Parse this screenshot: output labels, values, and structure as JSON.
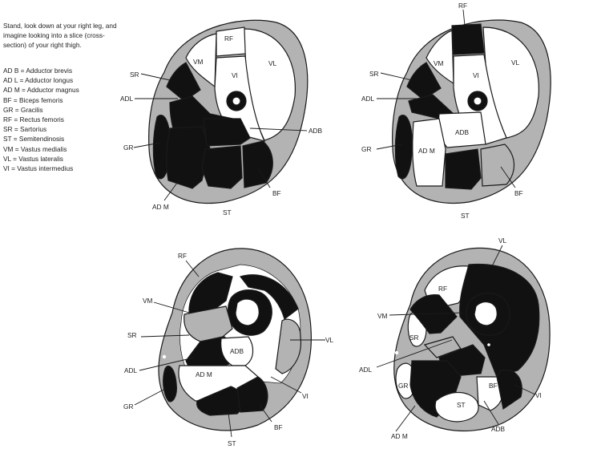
{
  "intro_text": "Stand, look down at your right leg, and imagine looking into a slice (cross-section) of your right thigh.",
  "legend": [
    "AD B = Adductor brevis",
    "AD L = Adductor longus",
    "AD M = Adductor magnus",
    "BF = Biceps femoris",
    "GR = Gracilis",
    "RF = Rectus femoris",
    "SR = Sartorius",
    "ST = Semitendinosis",
    "VM = Vastus medialis",
    "VL = Vastus lateralis",
    "VI = Vastus intermedius"
  ],
  "labels": {
    "rf": "RF",
    "vm": "VM",
    "vl": "VL",
    "vi": "VI",
    "sr": "SR",
    "adl": "ADL",
    "adb": "ADB",
    "gr": "GR",
    "adm": "AD M",
    "bf": "BF",
    "st": "ST"
  },
  "colors": {
    "shaded": "#b3b3b3",
    "dark": "#111111",
    "light": "#ffffff",
    "line": "#1a1a1a"
  }
}
